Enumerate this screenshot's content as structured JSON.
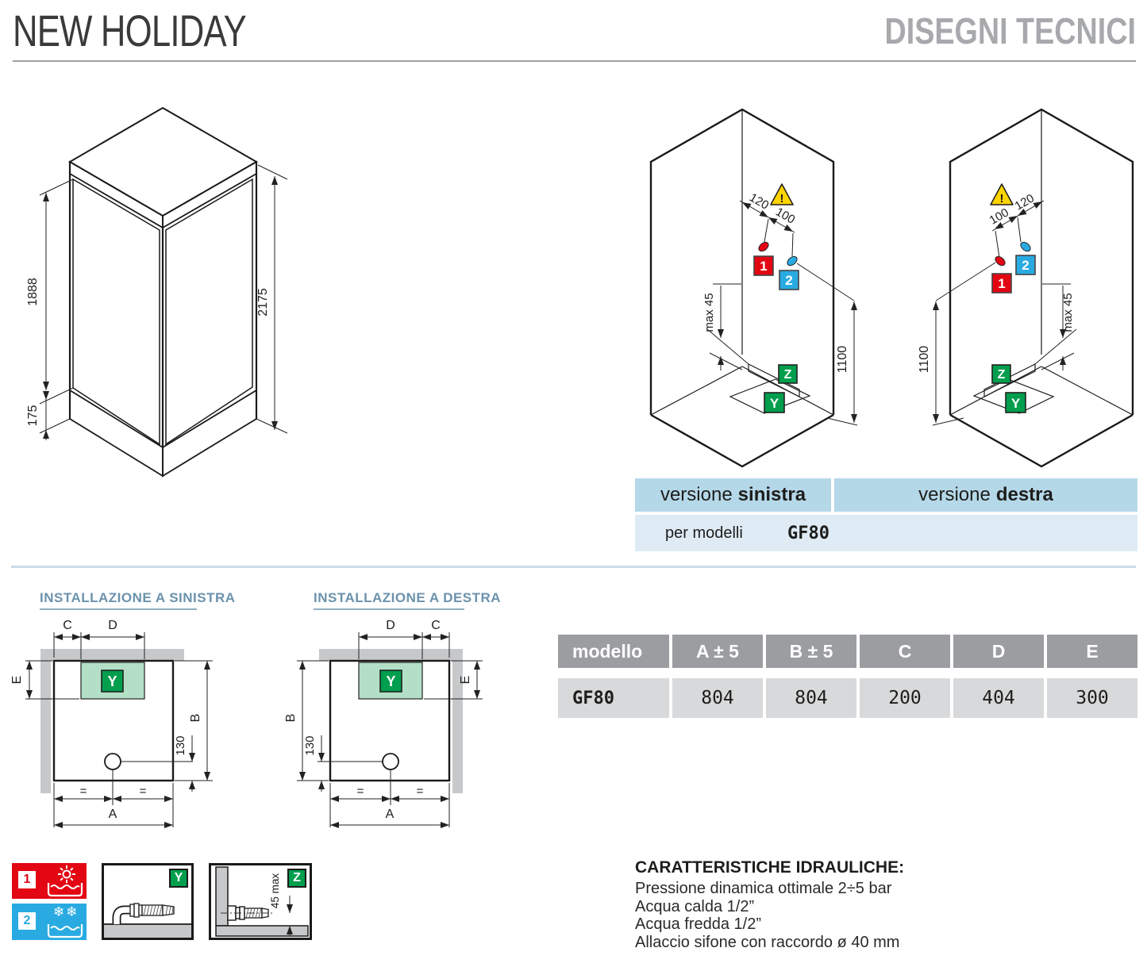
{
  "header": {
    "left_title": "NEW HOLIDAY",
    "right_title": "DISEGNI TECNICI"
  },
  "cabin_drawing": {
    "glass_height": "1888",
    "tray_height": "175",
    "total_height": "2175"
  },
  "iso_left": {
    "dim_first": "120",
    "dim_second": "100",
    "dim_max": "max 45",
    "dim_height": "1100",
    "hot_badge": "1",
    "cold_badge": "2",
    "warning": "!",
    "z_badge": "Z",
    "y_badge": "Y"
  },
  "iso_right": {
    "dim_first": "100",
    "dim_second": "120",
    "dim_max": "max 45",
    "dim_height": "1100",
    "hot_badge": "1",
    "cold_badge": "2",
    "warning": "!",
    "z_badge": "Z",
    "y_badge": "Y"
  },
  "versions": {
    "left_prefix": "versione",
    "left_name": "sinistra",
    "right_prefix": "versione",
    "right_name": "destra",
    "models_label": "per modelli",
    "models_value": "GF80"
  },
  "plan_left": {
    "title": "INSTALLAZIONE A SINISTRA",
    "dim_c": "C",
    "dim_d": "D",
    "dim_e": "E",
    "dim_b": "B",
    "dim_a": "A",
    "dim_offset": "130",
    "equal": "=",
    "y_badge": "Y"
  },
  "plan_right": {
    "title": "INSTALLAZIONE A DESTRA",
    "dim_c": "C",
    "dim_d": "D",
    "dim_e": "E",
    "dim_b": "B",
    "dim_a": "A",
    "dim_offset": "130",
    "equal": "=",
    "y_badge": "Y"
  },
  "table": {
    "headers": [
      "modello",
      "A ± 5",
      "B ± 5",
      "C",
      "D",
      "E"
    ],
    "row": [
      "GF80",
      "804",
      "804",
      "200",
      "404",
      "300"
    ]
  },
  "legend": {
    "hot_badge": "1",
    "cold_badge": "2",
    "y_badge": "Y",
    "z_badge": "Z",
    "z_dim": "45 max"
  },
  "hydraulics": {
    "title": "CARATTERISTICHE IDRAULICHE:",
    "lines": [
      "Pressione dinamica ottimale 2÷5 bar",
      "Acqua calda 1/2”",
      "Acqua fredda 1/2”",
      "Allaccio sifone con raccordo ø 40 mm"
    ]
  },
  "colors": {
    "accent_blue_bar": "#b5d8e9",
    "accent_blue_row": "#deebf4",
    "hot_red": "#e30613",
    "cold_blue": "#29abe2",
    "green": "#009e4d",
    "green_light": "#aadcc3",
    "warning_yellow": "#ffd500",
    "glass_light": "#c3e5f8",
    "glass_dark": "#93d8f5",
    "wall_gray": "#c7c8ca",
    "table_header_gray": "#9b9da1",
    "table_row_gray": "#d8d9db"
  }
}
